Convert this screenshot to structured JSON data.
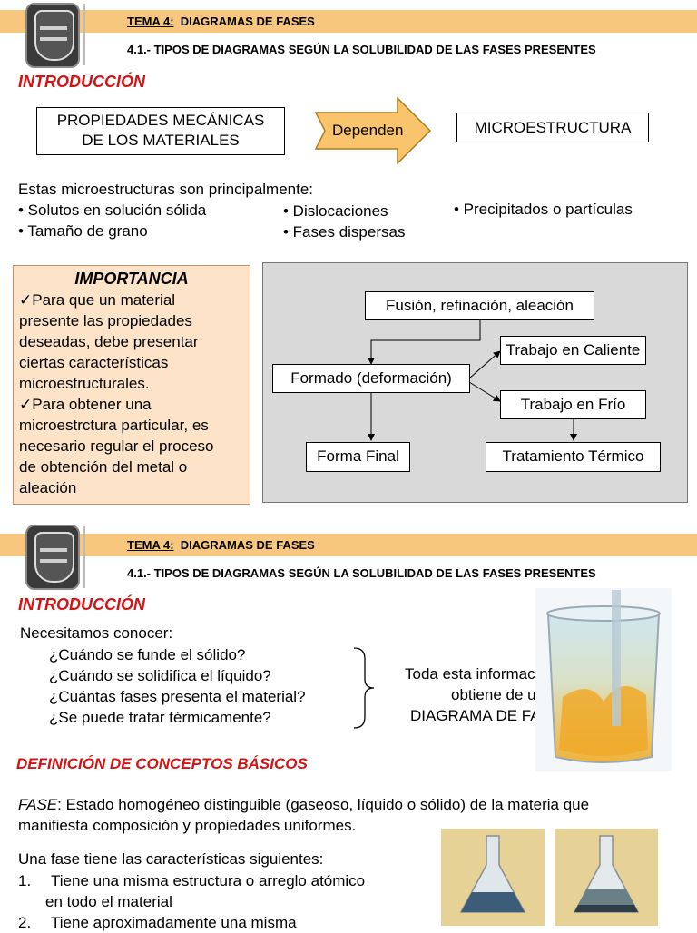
{
  "slide1": {
    "header": {
      "tema_label": "TEMA 4:",
      "tema_title": "DIAGRAMAS DE FASES",
      "subtitle": "4.1.- TIPOS DE DIAGRAMAS SEGÚN LA SOLUBILIDAD DE LAS FASES PRESENTES"
    },
    "section_title": "INTRODUCCIÓN",
    "box_left_line1": "PROPIEDADES MECÁNICAS",
    "box_left_line2": "DE LOS MATERIALES",
    "arrow_label": "Dependen",
    "box_right": "MICROESTRUCTURA",
    "list_intro": "Estas microestructuras son principalmente:",
    "items": [
      "• Solutos en solución sólida",
      "• Tamaño de grano",
      "• Dislocaciones",
      "• Fases dispersas",
      "• Precipitados o partículas"
    ],
    "importancia_title": "IMPORTANCIA",
    "importancia_lines": [
      "✓Para que un material",
      "presente las propiedades",
      "deseadas, debe presentar",
      "ciertas características",
      "microestructurales.",
      "✓Para obtener una",
      "microestrctura particular, es",
      "necesario regular el proceso",
      "de obtención del metal o",
      "aleación"
    ],
    "flow": {
      "fusion": "Fusión, refinación, aleación",
      "formado": "Formado (deformación)",
      "caliente": "Trabajo en Caliente",
      "frio": "Trabajo en Frío",
      "forma_final": "Forma Final",
      "tratamiento": "Tratamiento Térmico"
    }
  },
  "slide2": {
    "header": {
      "tema_label": "TEMA 4:",
      "tema_title": "DIAGRAMAS DE FASES",
      "subtitle": "4.1.- TIPOS DE DIAGRAMAS SEGÚN LA SOLUBILIDAD DE LAS FASES PRESENTES"
    },
    "section_title": "INTRODUCCIÓN",
    "necesitamos": "Necesitamos conocer:",
    "questions": [
      "¿Cuándo se funde el sólido?",
      "¿Cuándo se solidifica el líquido?",
      "¿Cuántas fases presenta el material?",
      "¿Se puede tratar térmicamente?"
    ],
    "info_lines": [
      "Toda esta información se",
      "obtiene de un",
      "DIAGRAMA DE FASES"
    ],
    "definicion_title": "DEFINICIÓN DE CONCEPTOS BÁSICOS",
    "fase_term": "FASE",
    "fase_def_line1": ": Estado homogéneo distinguible (gaseoso, líquido o sólido) de la materia que",
    "fase_def_line2": "manifiesta composición y propiedades uniformes.",
    "caracteristicas_intro": "Una fase tiene las características siguientes:",
    "list": [
      {
        "num": "1.",
        "line1": "Tiene una misma estructura o arreglo atómico",
        "line2": "en todo el material"
      },
      {
        "num": "2.",
        "line1": "Tiene aproximadamente una misma",
        "line2": ""
      }
    ]
  }
}
